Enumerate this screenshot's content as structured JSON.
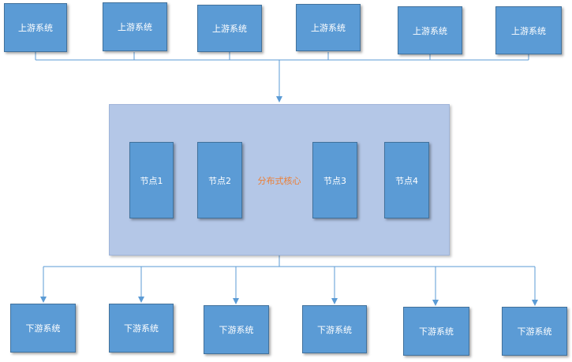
{
  "upstream": [
    "上游系统",
    "上游系统",
    "上游系统",
    "上游系统",
    "上游系统",
    "上游系统"
  ],
  "downstream": [
    "下游系统",
    "下游系统",
    "下游系统",
    "下游系统",
    "下游系统",
    "下游系统"
  ],
  "core": {
    "label": "分布式核心",
    "nodes": [
      "节点1",
      "节点2",
      "节点3",
      "节点4"
    ]
  },
  "colors": {
    "box": "#5b9bd5",
    "core_bg": "#b4c7e7",
    "connector": "#5b9bd5",
    "core_label": "#ed7d31"
  }
}
